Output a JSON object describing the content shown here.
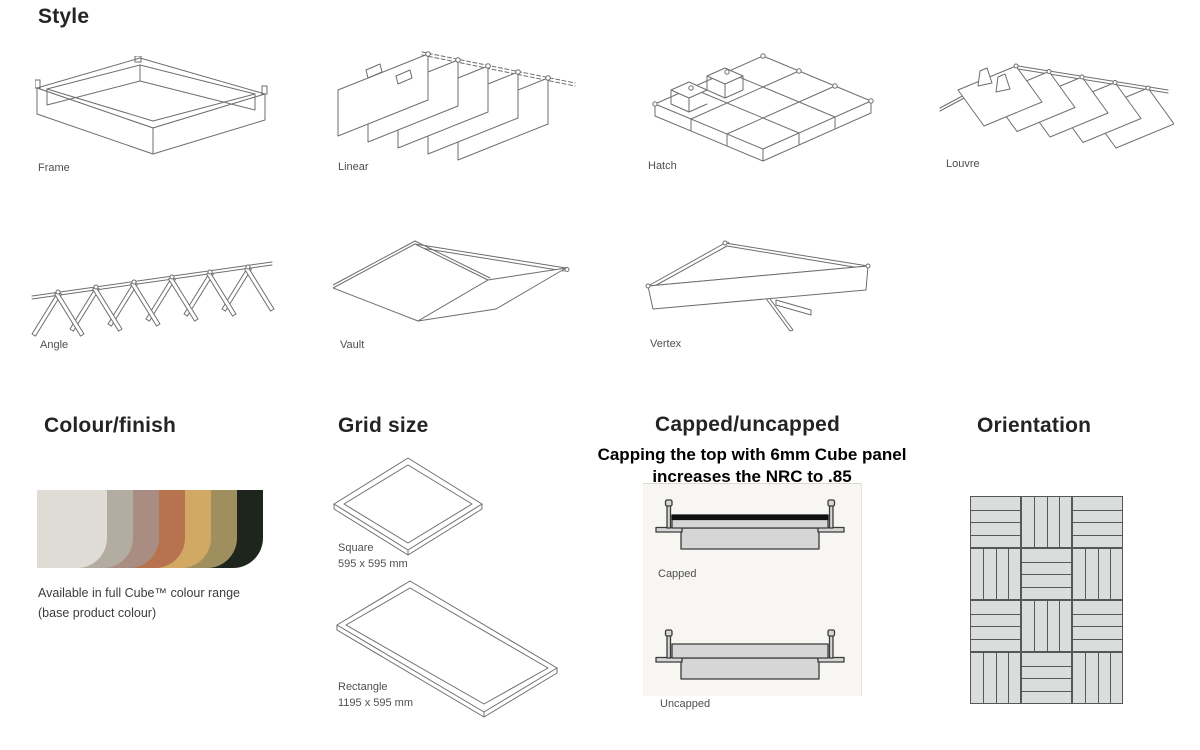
{
  "sections": {
    "style": {
      "heading": "Style",
      "items": [
        {
          "label": "Frame"
        },
        {
          "label": "Linear"
        },
        {
          "label": "Hatch"
        },
        {
          "label": "Louvre"
        },
        {
          "label": "Angle"
        },
        {
          "label": "Vault"
        },
        {
          "label": "Vertex"
        }
      ]
    },
    "colour": {
      "heading": "Colour/finish",
      "caption_line1": "Available in full Cube™ colour range",
      "caption_line2": "(base product colour)",
      "swatches": [
        "#dedcd5",
        "#b3ada1",
        "#a98d82",
        "#b7724e",
        "#d2a865",
        "#9f8f5e",
        "#1d251c"
      ]
    },
    "grid": {
      "heading": "Grid size",
      "options": [
        {
          "label": "Square",
          "dims": "595 x 595 mm"
        },
        {
          "label": "Rectangle",
          "dims": "1195 x 595 mm"
        }
      ]
    },
    "capped": {
      "heading": "Capped/uncapped",
      "note_line1": "Capping the top with 6mm Cube panel",
      "note_line2": "increases the NRC to .85",
      "options": [
        {
          "label": "Capped"
        },
        {
          "label": "Uncapped"
        }
      ]
    },
    "orientation": {
      "heading": "Orientation",
      "rows": 4,
      "cols": 3,
      "planks_per_tile": 4,
      "first_tile": "horizontal",
      "tile_fill": "#dbdddc",
      "tile_line": "#565855"
    }
  }
}
